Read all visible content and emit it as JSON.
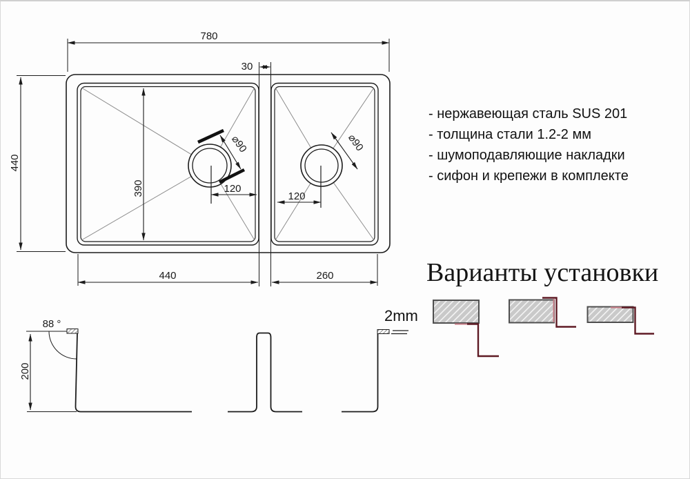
{
  "top_view": {
    "total_width": "780",
    "gap": "30",
    "depth": "440",
    "inner_depth": "390",
    "left_bowl_width": "440",
    "right_bowl_width": "260",
    "left_drain_offset": "120",
    "right_drain_offset": "120",
    "left_drain_diameter": "⌀90",
    "right_drain_diameter": "⌀90"
  },
  "section_view": {
    "height": "200",
    "angle": "88 °",
    "thickness": "2mm"
  },
  "notes": {
    "items": [
      "- нержавеющая сталь SUS 201",
      "- толщина стали 1.2-2 мм",
      "- шумоподавляющие накладки",
      "- сифон и крепежи в комплекте"
    ]
  },
  "installation": {
    "title": "Варианты установки"
  },
  "colors": {
    "line": "#1c1c1c",
    "ray": "#8c8c8c",
    "accent_dark_red": "#5e1a24",
    "accent_light_red": "#c97e88",
    "hatch_gray": "#c9c9c9"
  }
}
